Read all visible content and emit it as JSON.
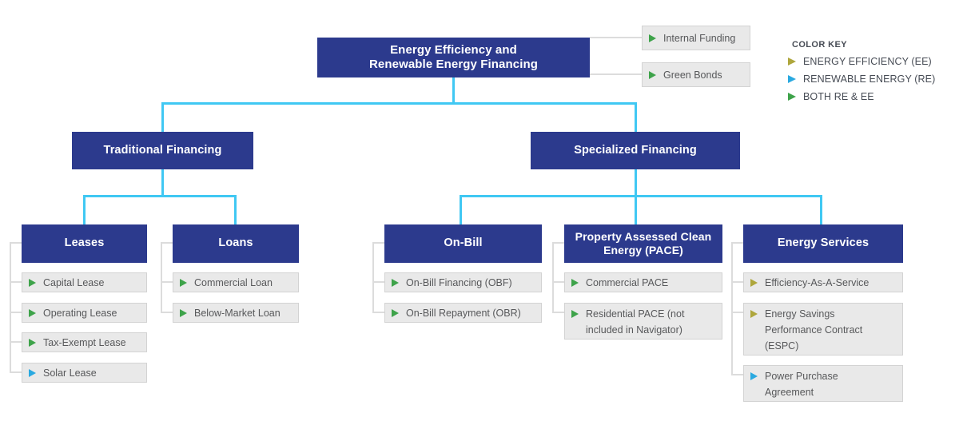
{
  "palette": {
    "ee": "#aea63c",
    "re": "#2aa9e0",
    "both": "#3ea34a",
    "node_blue": "#2c3a8d",
    "connector_cyan": "#40c8f3",
    "connector_gray": "#dcdcdc",
    "leaf_bg": "#e9e9e9",
    "leaf_border": "#d3d3d3"
  },
  "root": {
    "label": "Energy Efficiency and Renewable Energy Financing",
    "side_items": [
      {
        "label": "Internal Funding",
        "type": "both"
      },
      {
        "label": "Green Bonds",
        "type": "both"
      }
    ]
  },
  "color_key": {
    "title": "COLOR KEY",
    "entries": [
      {
        "label": "ENERGY EFFICIENCY (EE)",
        "type": "ee"
      },
      {
        "label": "RENEWABLE ENERGY (RE)",
        "type": "re"
      },
      {
        "label": "BOTH RE & EE",
        "type": "both"
      }
    ]
  },
  "branches": [
    {
      "label": "Traditional Financing",
      "groups": [
        {
          "label": "Leases",
          "items": [
            {
              "label": "Capital Lease",
              "type": "both"
            },
            {
              "label": "Operating Lease",
              "type": "both"
            },
            {
              "label": "Tax-Exempt Lease",
              "type": "both"
            },
            {
              "label": "Solar Lease",
              "type": "re"
            }
          ]
        },
        {
          "label": "Loans",
          "items": [
            {
              "label": "Commercial Loan",
              "type": "both"
            },
            {
              "label": "Below-Market Loan",
              "type": "both"
            }
          ]
        }
      ]
    },
    {
      "label": "Specialized Financing",
      "groups": [
        {
          "label": "On-Bill",
          "items": [
            {
              "label": "On-Bill Financing (OBF)",
              "type": "both"
            },
            {
              "label": "On-Bill Repayment (OBR)",
              "type": "both"
            }
          ]
        },
        {
          "label": "Property Assessed Clean Energy (PACE)",
          "items": [
            {
              "label": "Commercial PACE",
              "type": "both"
            },
            {
              "label": "Residential PACE (not included in Navigator)",
              "type": "both"
            }
          ]
        },
        {
          "label": "Energy Services",
          "items": [
            {
              "label": "Efficiency-As-A-Service",
              "type": "ee"
            },
            {
              "label": "Energy Savings Performance Contract (ESPC)",
              "type": "ee"
            },
            {
              "label": "Power Purchase Agreement",
              "type": "re"
            }
          ]
        }
      ]
    }
  ]
}
